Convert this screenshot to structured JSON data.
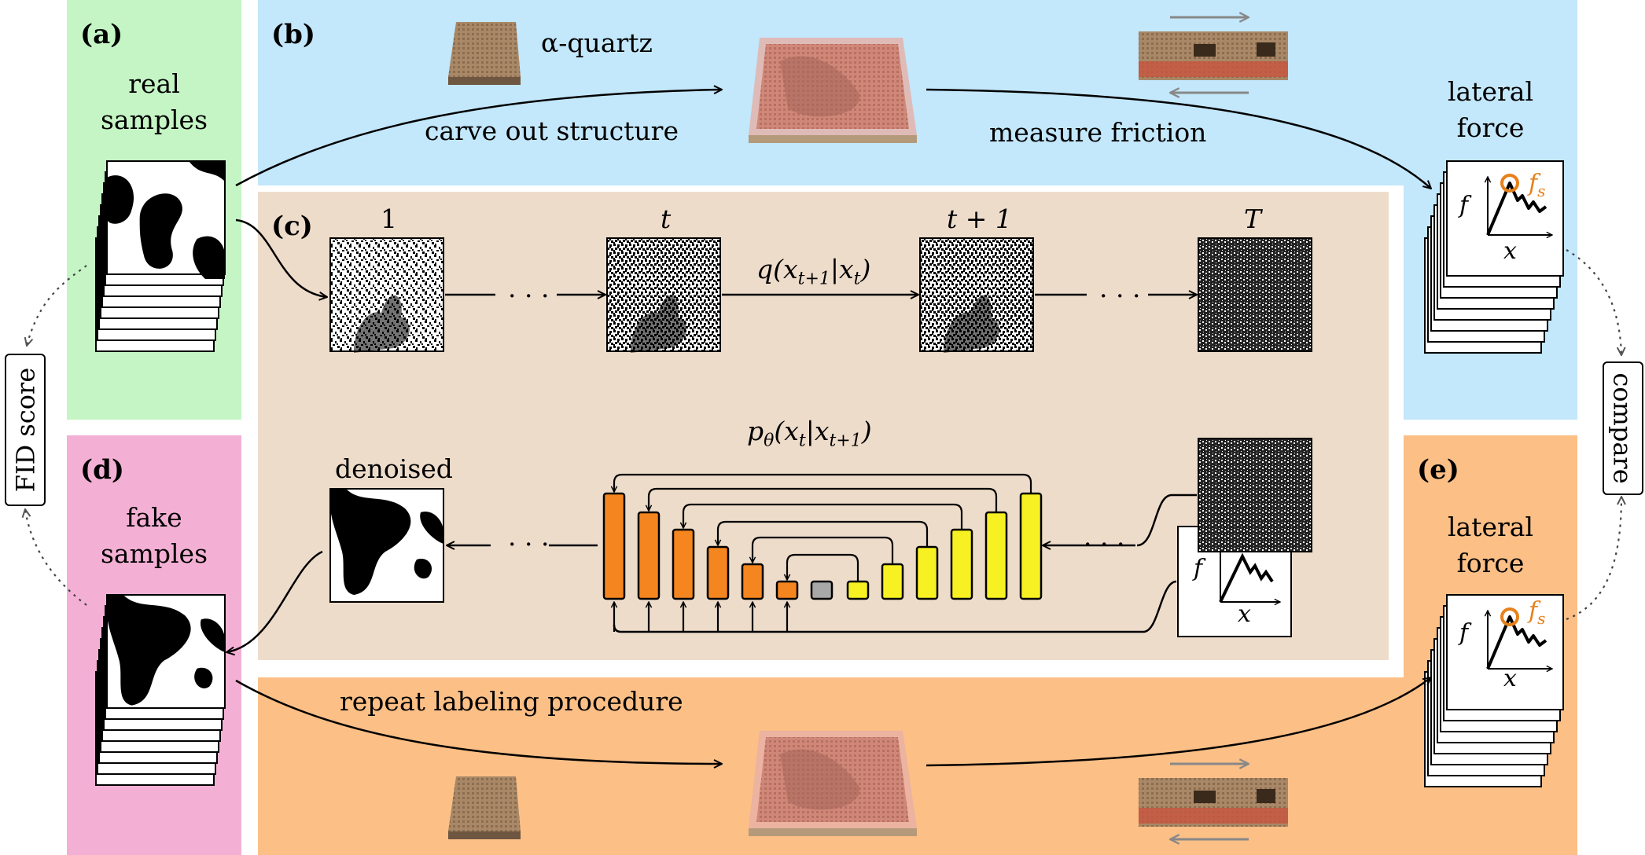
{
  "panels": {
    "a": {
      "label": "(a)",
      "title_line1": "real",
      "title_line2": "samples",
      "color": "#c5f5c5"
    },
    "b": {
      "label": "(b)",
      "material": "α-quartz",
      "step1": "carve out structure",
      "step2": "measure friction",
      "output_line1": "lateral",
      "output_line2": "force",
      "color": "#c3e7fb"
    },
    "c": {
      "label": "(c)",
      "color": "#eedccb",
      "steps": [
        "1",
        "t",
        "t + 1",
        "T"
      ],
      "dots": "· · ·",
      "forward": "q(x",
      "forward_sub1": "t+1",
      "forward_mid": "|x",
      "forward_sub2": "t",
      "forward_end": ")",
      "reverse_p": "p",
      "reverse_theta": "θ",
      "reverse_open": "(x",
      "reverse_sub1": "t",
      "reverse_mid": "|x",
      "reverse_sub2": "t+1",
      "reverse_end": ")",
      "denoised": "denoised"
    },
    "d": {
      "label": "(d)",
      "title_line1": "fake",
      "title_line2": "samples",
      "step": "repeat labeling procedure",
      "color": "#f4b0d4"
    },
    "e": {
      "label": "(e)",
      "output_line1": "lateral",
      "output_line2": "force",
      "color": "#fcbf86"
    }
  },
  "plot": {
    "f": "f",
    "x": "x",
    "fs": "f",
    "fs_sub": "s",
    "accent": "#e7811b"
  },
  "side": {
    "fid": "FID score",
    "compare": "compare"
  },
  "unet": {
    "encoder_color": "#f5851f",
    "bottleneck_color": "#a8a8a8",
    "decoder_color": "#f7f123"
  }
}
